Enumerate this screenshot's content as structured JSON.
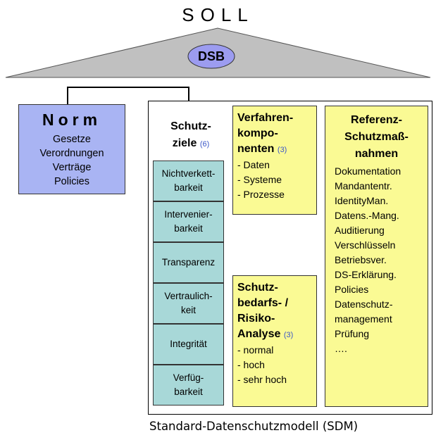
{
  "roof": {
    "title": "SOLL",
    "center_label": "DSB"
  },
  "norm": {
    "title": "Norm",
    "lines": [
      "Gesetze",
      "Verordnungen",
      "Verträge",
      "Policies"
    ]
  },
  "schutzziele": {
    "title_line1": "Schutz-",
    "title_line2": "ziele",
    "count": "(6)",
    "items": [
      "Nichtverkett-\nbarkeit",
      "Intervenier-\nbarkeit",
      "Transparenz",
      "Vertraulich-\nkeit",
      "Integrität",
      "Verfüg-\nbarkeit"
    ]
  },
  "verfahrenskomponenten": {
    "title_line1": "Verfahren-",
    "title_line2": "kompo-",
    "title_line3": "nenten",
    "count": "(3)",
    "lines": [
      "- Daten",
      "- Systeme",
      "- Prozesse"
    ]
  },
  "schutzbedarf": {
    "title_line1": "Schutz-",
    "title_line2": "bedarfs- /",
    "title_line3": "Risiko-",
    "title_line4": "Analyse",
    "count": "(3)",
    "lines": [
      "- normal",
      "- hoch",
      "- sehr hoch"
    ]
  },
  "referenz": {
    "title_line1": "Referenz-",
    "title_line2": "Schutzmaß-",
    "title_line3": "nahmen",
    "lines": [
      "Dokumentation",
      "Mandantentr.",
      "IdentityMan.",
      "Datens.-Mang.",
      "Auditierung",
      "Verschlüsseln",
      "Betriebsver.",
      "DS-Erklärung.",
      "Policies",
      "Datenschutz-",
      "management",
      "Prüfung",
      "…."
    ]
  },
  "caption": "Standard-Datenschutzmodell (SDM)",
  "colors": {
    "roof_fill": "#c0c0c0",
    "dsb_fill": "#9c9cf0",
    "norm_fill": "#a9b4f3",
    "ziel_fill": "#a8d8d8",
    "yellow_fill": "#fafa94"
  }
}
